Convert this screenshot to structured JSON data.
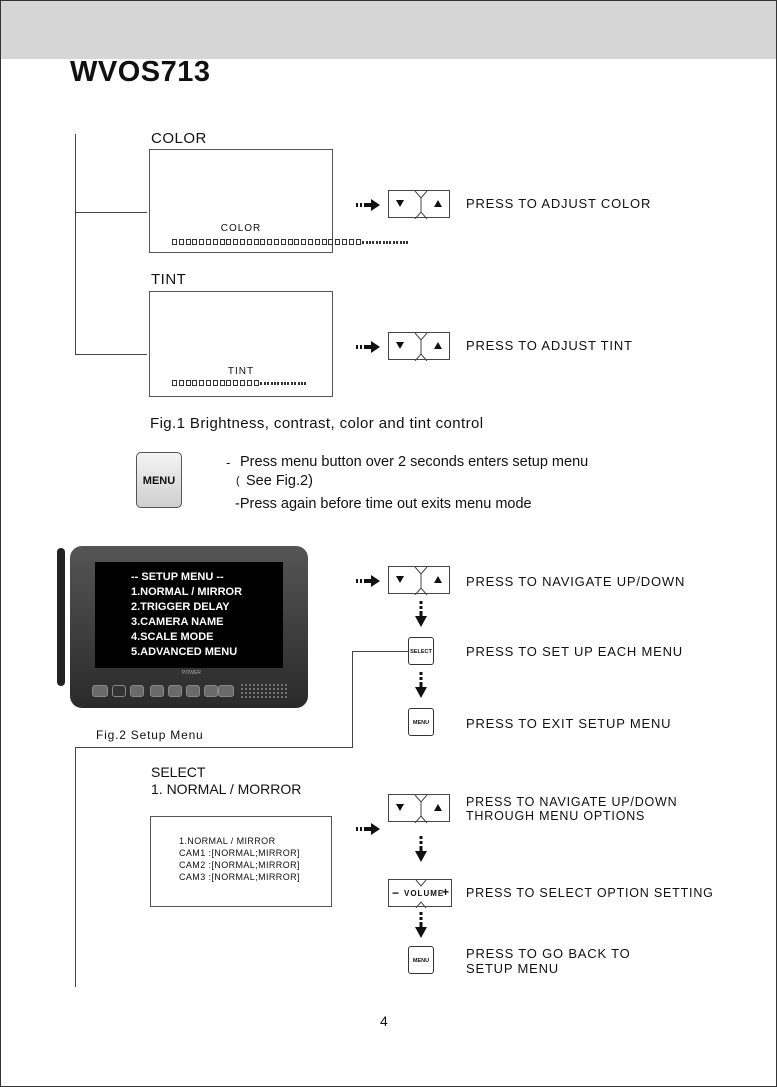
{
  "header": {
    "model": "WVOS713"
  },
  "color_section": {
    "label": "COLOR",
    "screen_caption": "COLOR",
    "press_text": "PRESS TO ADJUST COLOR"
  },
  "tint_section": {
    "label": "TINT",
    "screen_caption": "TINT",
    "press_text": "PRESS TO ADJUST TINT"
  },
  "fig1_caption": "Fig.1 Brightness, contrast, color and tint control",
  "menu_button": {
    "label": "MENU"
  },
  "menu_notes": {
    "line1": "Press menu button over 2 seconds enters setup menu",
    "line2_paren": "(",
    "line2": "See Fig.2)",
    "line3": "-Press again before time out exits menu mode"
  },
  "setup_osd": [
    "-- SETUP MENU --",
    "1.NORMAL / MIRROR",
    "2.TRIGGER DELAY",
    "3.CAMERA NAME",
    "4.SCALE MODE",
    "5.ADVANCED MENU"
  ],
  "monitor_brand": "POWER",
  "fig2_caption": "Fig.2 Setup Menu",
  "setup_steps": {
    "navigate": "PRESS TO NAVIGATE UP/DOWN",
    "select_btn": "SELECT",
    "select_text": "PRESS TO SET UP EACH MENU",
    "menu_btn": "MENU",
    "exit_text": "PRESS TO EXIT SETUP MENU"
  },
  "select_section": {
    "label1": "SELECT",
    "label2": "1. NORMAL / MORROR",
    "screen_lines": "1.NORMAL / MIRROR\nCAM1 :[NORMAL;MIRROR]\nCAM2 :[NORMAL;MIRROR]\nCAM3 :[NORMAL;MIRROR]",
    "navigate_line1": "PRESS TO NAVIGATE UP/DOWN",
    "navigate_line2": "THROUGH MENU OPTIONS",
    "volume_label": "VOLUME",
    "volume_minus": "−",
    "volume_plus": "+",
    "select_option_text": "PRESS TO SELECT OPTION SETTING",
    "menu_btn": "MENU",
    "back_line1": "PRESS TO GO BACK TO",
    "back_line2": "SETUP MENU"
  },
  "page_number": "4"
}
